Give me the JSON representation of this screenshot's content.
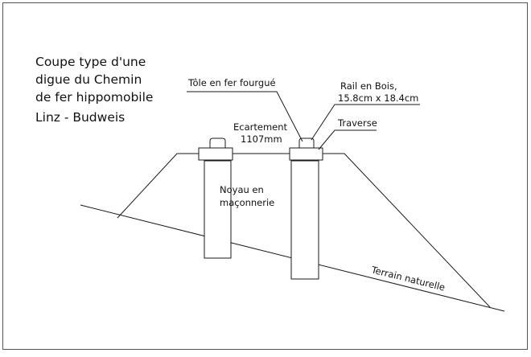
{
  "title_lines": [
    "Coupe type d'une",
    "digue du Chemin",
    "de fer hippomobile",
    "Linz - Budweis"
  ],
  "labels": {
    "tole": "Tôle en fer fourgué",
    "rail_line1": "Rail en Bois,",
    "rail_line2": "15.8cm x 18.4cm",
    "traverse": "Traverse",
    "ecartement_line1": "Ecartement",
    "ecartement_line2": "1107mm",
    "noyau_line1": "Noyau en",
    "noyau_line2": "maçonnerie",
    "terrain": "Terrain naturelle"
  }
}
